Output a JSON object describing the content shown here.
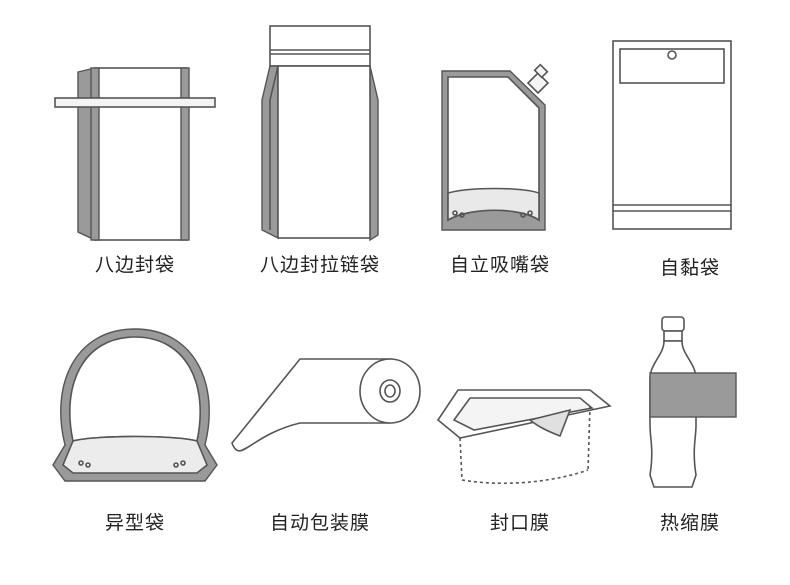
{
  "items": [
    {
      "label": "八边封袋",
      "icon": "eight-side-seal-bag-icon"
    },
    {
      "label": "八边封拉链袋",
      "icon": "eight-side-zipper-bag-icon"
    },
    {
      "label": "自立吸嘴袋",
      "icon": "spout-pouch-icon"
    },
    {
      "label": "自黏袋",
      "icon": "self-adhesive-bag-icon"
    },
    {
      "label": "异型袋",
      "icon": "shaped-bag-icon"
    },
    {
      "label": "自动包装膜",
      "icon": "film-roll-icon"
    },
    {
      "label": "封口膜",
      "icon": "sealing-film-icon"
    },
    {
      "label": "热缩膜",
      "icon": "shrink-film-bottle-icon"
    }
  ]
}
